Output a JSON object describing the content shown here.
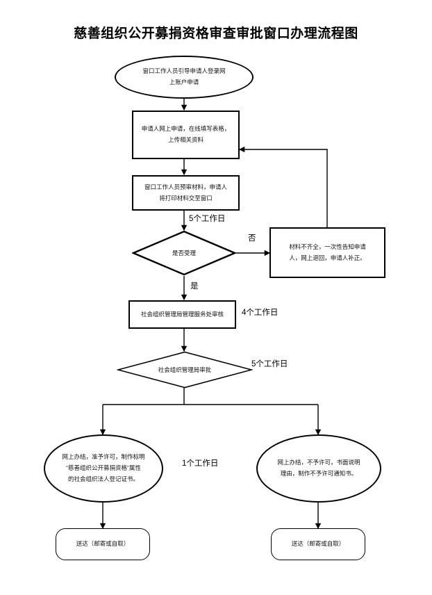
{
  "title": "慈善组织公开募捐资格审查审批窗口办理流程图",
  "nodes": {
    "start": {
      "shape": "ellipse",
      "text": "窗口工作人员引导申请人登录网\n上账户申请"
    },
    "apply_online": {
      "shape": "rect",
      "text": "申请人网上申请，在线填写表格，\n上传相关资料"
    },
    "prereview": {
      "shape": "rect",
      "text": "窗口工作人员预审材料，申请人\n将打印材料交至窗口"
    },
    "accept_decision": {
      "shape": "diamond",
      "text": "是否受理"
    },
    "incomplete": {
      "shape": "rect",
      "text": "材料不齐全，一次性告知申请\n人，网上退回，申请人补正。"
    },
    "bureau_review": {
      "shape": "rect",
      "text": "社会组织管理局管理服务处审核"
    },
    "bureau_approve": {
      "shape": "diamond",
      "text": "社会组织管理局审批"
    },
    "approved": {
      "shape": "ellipse",
      "text": "网上办结，准予许可，制作标明\n“慈善组织公开募捐资格”属性\n的社会组织法人登记证书。"
    },
    "rejected": {
      "shape": "ellipse",
      "text": "网上办结，不予许可，书面说明\n理由，制作不予许可通知书。"
    },
    "deliver_left": {
      "shape": "rounded",
      "text": "送达（邮寄或自取）"
    },
    "deliver_right": {
      "shape": "rounded",
      "text": "送达（邮寄或自取）"
    }
  },
  "edge_labels": {
    "days_5_prereview": "5个工作日",
    "no_branch": "否",
    "yes_branch": "是",
    "days_4_review": "4个工作日",
    "days_5_approve": "5个工作日",
    "days_1_deliver": "1个工作日"
  },
  "colors": {
    "line": "#000000",
    "shape_fill": "#ffffff",
    "text": "#111111",
    "background": "#ffffff"
  }
}
